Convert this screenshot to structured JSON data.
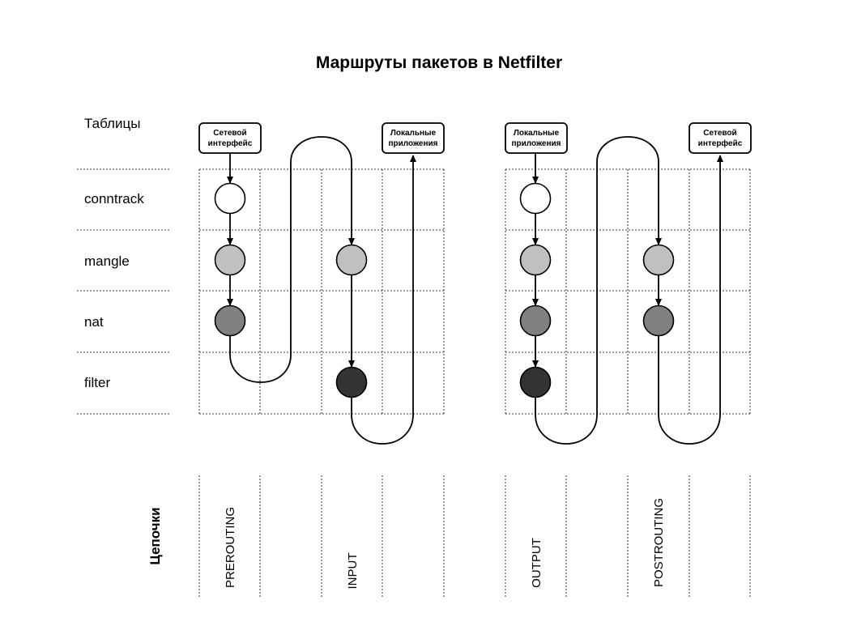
{
  "title": "Маршруты пакетов в Netfilter",
  "tables_header": "Таблицы",
  "chains_header": "Цепочки",
  "tables": [
    "conntrack",
    "mangle",
    "nat",
    "filter"
  ],
  "chains": [
    "PREROUTING",
    "INPUT",
    "OUTPUT",
    "POSTROUTING"
  ],
  "boxes": {
    "network_interface_left": [
      "Сетевой",
      "интерфейс"
    ],
    "local_apps_left": [
      "Локальные",
      "приложения"
    ],
    "local_apps_right": [
      "Локальные",
      "приложения"
    ],
    "network_interface_right": [
      "Сетевой",
      "интерфейс"
    ]
  },
  "colors": {
    "conntrack": "#ffffff",
    "mangle": "#c0c0c0",
    "nat": "#808080",
    "filter": "#333333"
  }
}
